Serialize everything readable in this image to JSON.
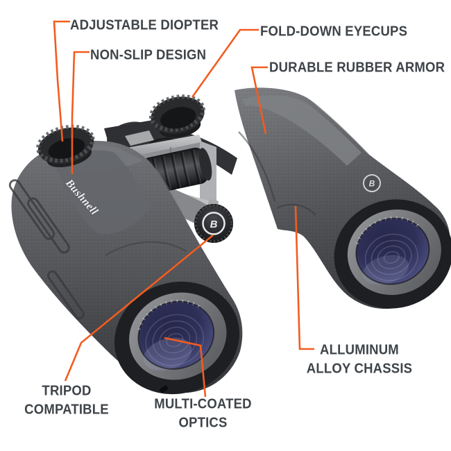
{
  "page": {
    "background": "#ffffff"
  },
  "product": {
    "brand_logo": "Bushnell",
    "emblem_letter": "B"
  },
  "colors": {
    "accent_orange": "#F25C1F",
    "label_text": "#3F4449",
    "body_gray": "#55575B",
    "chassis_silver": "#B0B1B4",
    "lens_blue": "#2E3058"
  },
  "callouts": {
    "adjustable_diopter": "ADJUSTABLE DIOPTER",
    "non_slip_design": "NON-SLIP DESIGN",
    "fold_down_eyecups": "FOLD-DOWN EYECUPS",
    "durable_rubber_armor": "DURABLE RUBBER ARMOR",
    "aluminum_alloy_chassis": {
      "line1": "ALLUMINUM",
      "line2": "ALLOY CHASSIS"
    },
    "tripod_compatible": {
      "line1": "TRIPOD",
      "line2": "COMPATIBLE"
    },
    "multi_coated_optics": {
      "line1": "MULTI-COATED",
      "line2": "OPTICS"
    }
  }
}
